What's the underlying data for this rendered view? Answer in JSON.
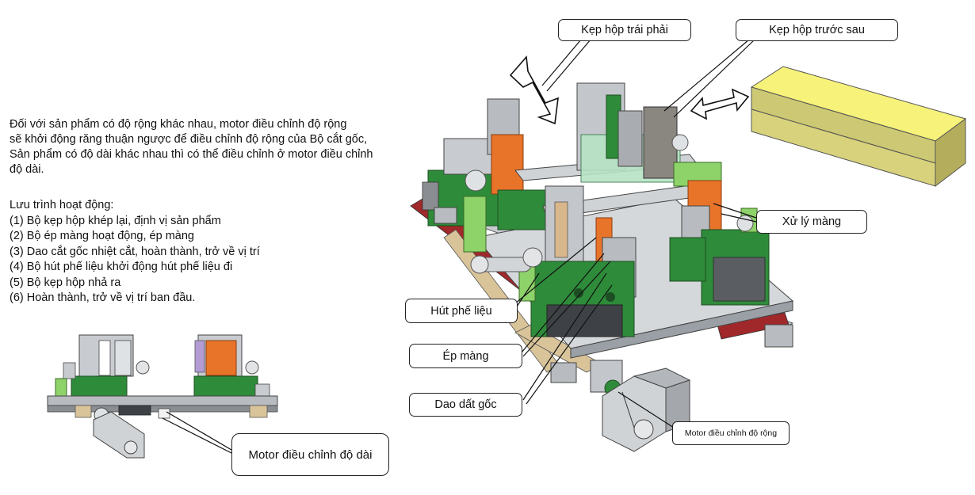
{
  "description": {
    "lines": [
      "Đối với sản phẩm có độ rộng khác nhau, motor điều chỉnh độ rộng",
      "sẽ khởi động răng thuận ngược để điều chỉnh độ rộng của Bộ cắt gốc,",
      "Sản phẩm có độ dài khác nhau thì có thể điều chỉnh ở motor điều chỉnh",
      "độ dài."
    ]
  },
  "workflow": {
    "title": "Lưu trình hoạt động:",
    "steps": [
      "(1) Bộ kẹp hộp khép lại, định vị sản phẩm",
      "(2) Bộ ép màng hoạt động, ép màng",
      "(3) Dao cắt gốc nhiệt cắt, hoàn thành, trở về vị trí",
      "(4) Bộ hút phế liệu khởi động hút phế liệu đi",
      "(5) Bộ kẹp hộp nhả ra",
      "(6) Hoàn thành, trở về vị trí ban đầu."
    ]
  },
  "callouts": {
    "kep_trai_phai": "Kẹp hộp trái phải",
    "kep_truoc_sau": "Kẹp hộp trước sau",
    "xu_ly_mang": "Xử lý màng",
    "hut_phe_lieu": "Hút phế liệu",
    "ep_mang": "Ép màng",
    "dao_dat_goc": "Dao dất gốc",
    "motor_do_rong": "Motor điều chỉnh độ rộng",
    "motor_do_dai": "Motor điều chỉnh độ dài"
  },
  "colors": {
    "frame_green": "#2e8b3a",
    "light_green": "#8ed26a",
    "orange": "#e8742a",
    "gray_steel": "#b8bcc0",
    "dark_gray": "#5a5e62",
    "product_yellow": "#f6f27a",
    "product_side": "#c8c46a",
    "red_rail": "#a0282a",
    "tan_base": "#d9c49a"
  }
}
